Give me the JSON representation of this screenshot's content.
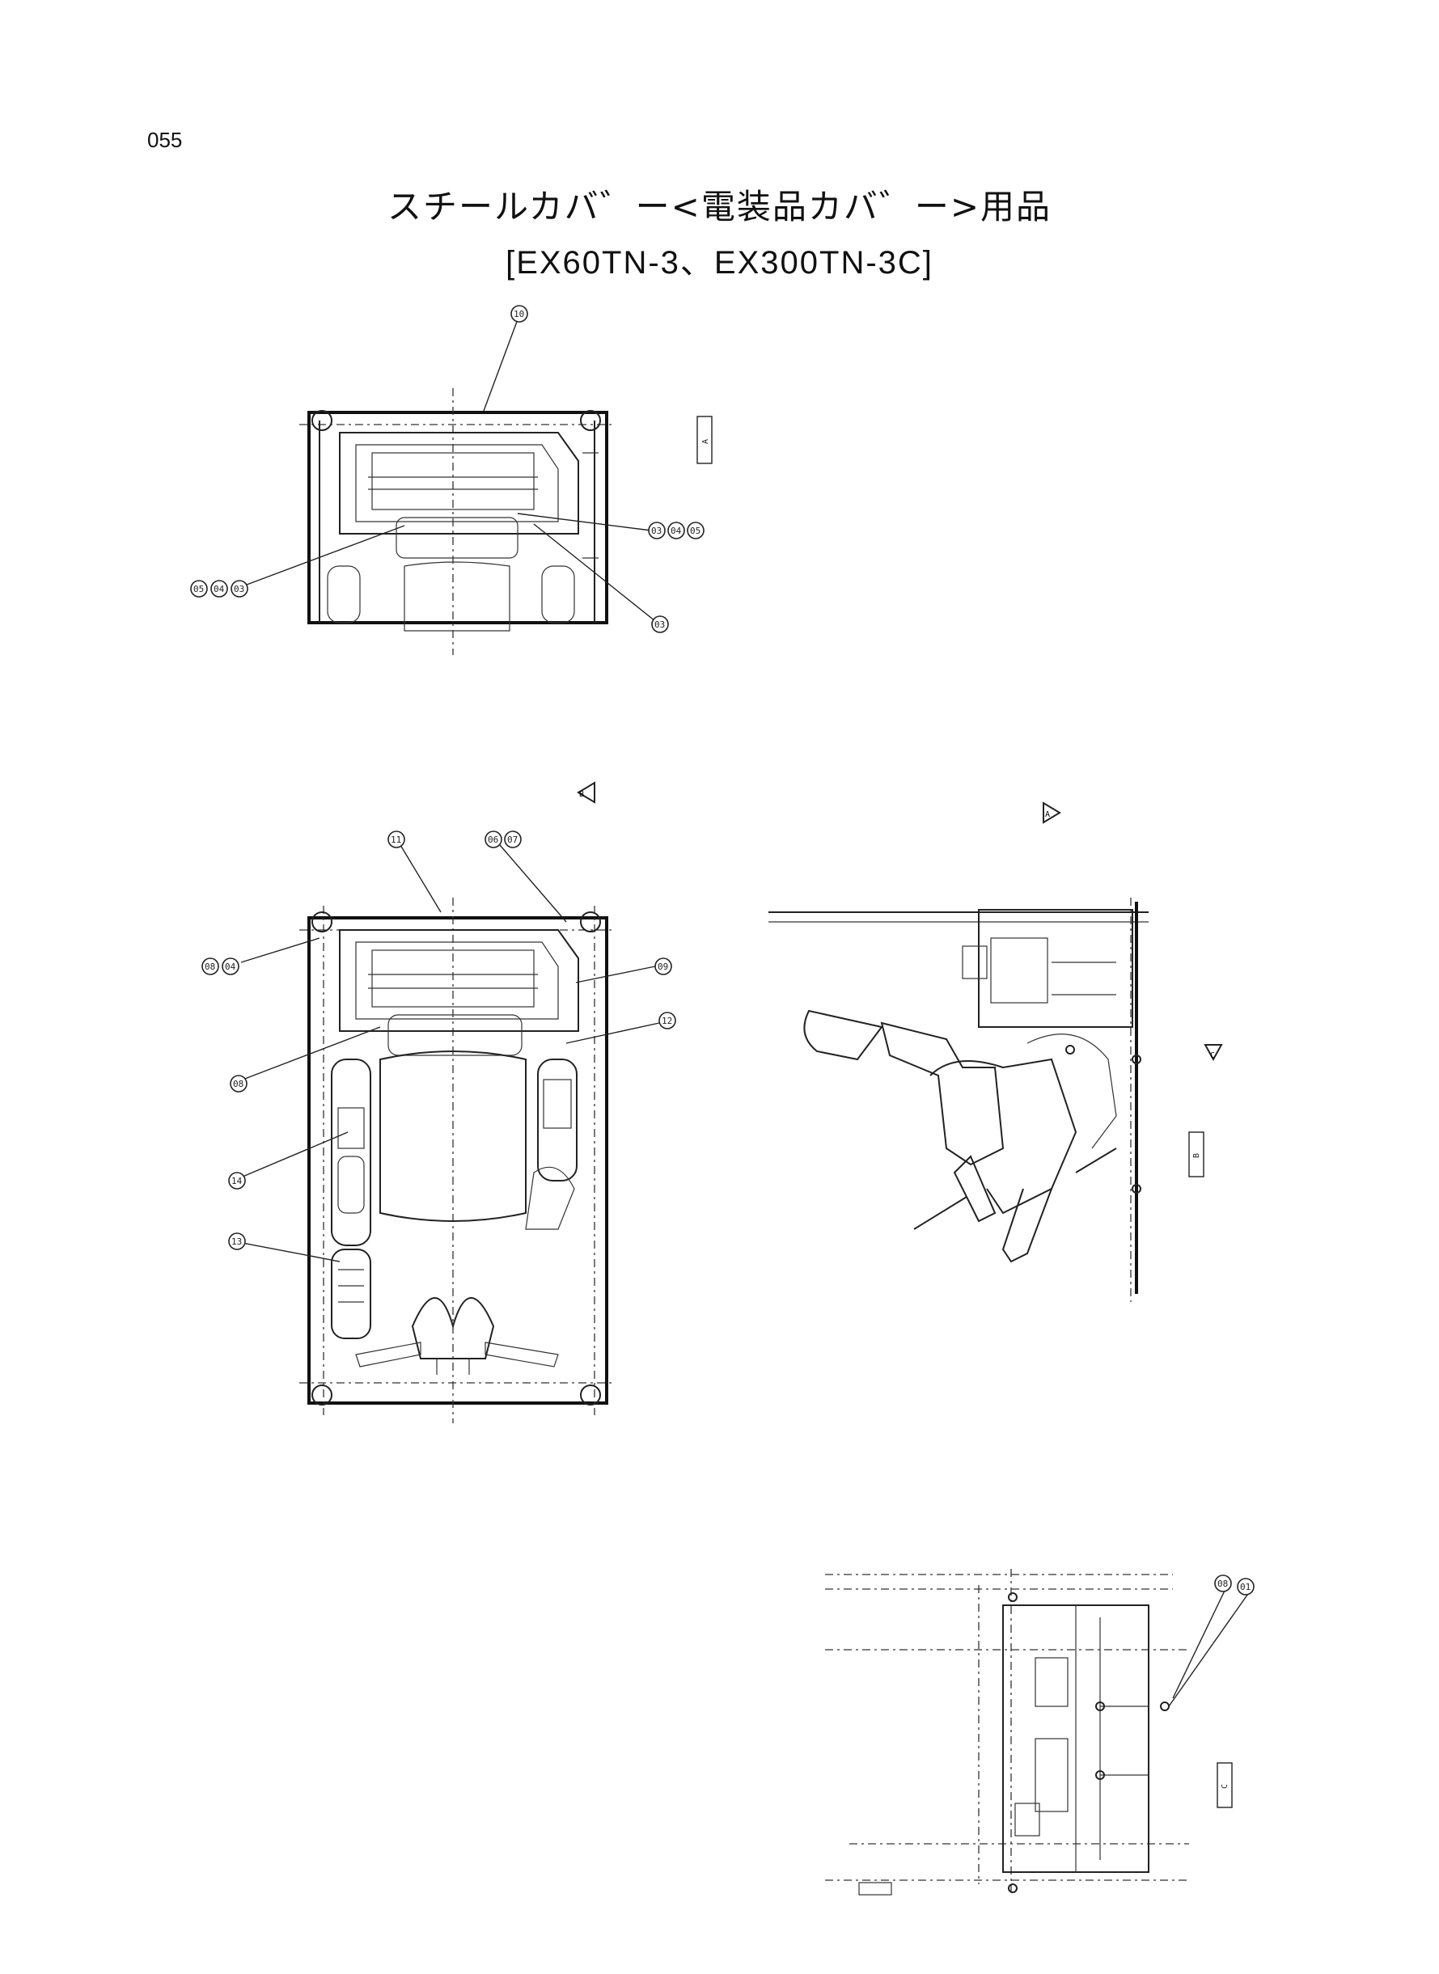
{
  "page_number": "055",
  "title": "スチールカバ゛ー<電装品カバ゛ー>用品",
  "subtitle": "[EX60TN-3、EX300TN-3C]",
  "callouts": {
    "top_view": [
      "10",
      "03",
      "04",
      "05",
      "05",
      "04",
      "03",
      "03"
    ],
    "cab_plan": [
      "11",
      "06",
      "07",
      "08",
      "04",
      "09",
      "12",
      "08",
      "14",
      "13"
    ],
    "bottom_right": [
      "08",
      "01"
    ]
  },
  "section_labels": [
    "A",
    "B",
    "C"
  ],
  "view_arrows": [
    "B",
    "A",
    "C"
  ]
}
